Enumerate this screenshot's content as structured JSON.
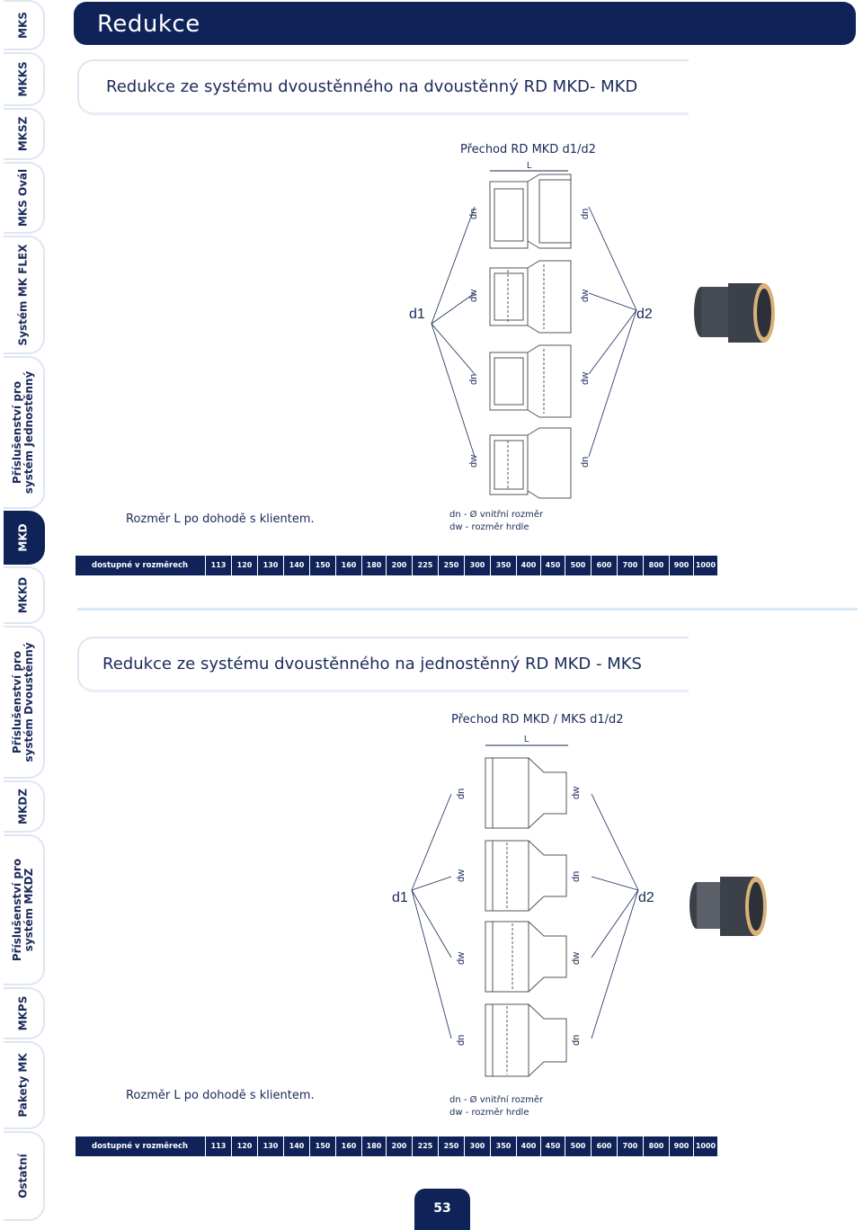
{
  "sidebar": {
    "tabs": [
      {
        "label": "MKS"
      },
      {
        "label": "MKKS"
      },
      {
        "label": "MKSZ"
      },
      {
        "label": "MKS Ovál"
      },
      {
        "label": "Systém MK FLEX"
      },
      {
        "label": "Příslušenství pro systém Jednostěnný"
      },
      {
        "label": "MKD"
      },
      {
        "label": "MKKD"
      },
      {
        "label": "Příslušenství pro systém Dvoustěnný"
      },
      {
        "label": "MKDZ"
      },
      {
        "label": "Příslušenství pro systém MKDZ"
      },
      {
        "label": "MKPS"
      },
      {
        "label": "Pakety MK"
      },
      {
        "label": "Ostatní"
      }
    ]
  },
  "header": {
    "title": "Redukce"
  },
  "section1": {
    "title": "Redukce ze systému dvoustěnného na dvoustěnný  RD MKD- MKD",
    "diagram_title": "Přechod RD MKD d1/d2",
    "dim_L": "L",
    "d1": "d1",
    "d2": "d2",
    "left_labels": [
      "dn",
      "dw",
      "dn",
      "dw"
    ],
    "right_labels": [
      "dn",
      "dw",
      "dw",
      "dn"
    ],
    "note": "Rozměr L po dohodě s klientem.",
    "legend_dn": "dn - Ø vnitřní rozměr",
    "legend_dw": "dw - rozměr hrdle"
  },
  "section2": {
    "title": "Redukce ze systému dvoustěnného na jednostěnný  RD MKD - MKS",
    "diagram_title": "Přechod RD MKD / MKS d1/d2",
    "dim_L": "L",
    "d1": "d1",
    "d2": "d2",
    "left_labels": [
      "dn",
      "dw",
      "dw",
      "dn"
    ],
    "right_labels": [
      "dw",
      "dn",
      "dw",
      "dn"
    ],
    "note": "Rozměr L po dohodě s klientem.",
    "legend_dn": "dn - Ø vnitřní rozměr",
    "legend_dw": "dw - rozměr hrdle"
  },
  "sizes_table": {
    "label": "dostupné v rozměrech",
    "sizes": [
      "113",
      "120",
      "130",
      "140",
      "150",
      "160",
      "180",
      "200",
      "225",
      "250",
      "300",
      "350",
      "400",
      "450",
      "500",
      "600",
      "700",
      "800",
      "900",
      "1000"
    ]
  },
  "page_number": "53",
  "colors": {
    "navy": "#0f2358",
    "accent_light": "#dde6f2"
  }
}
